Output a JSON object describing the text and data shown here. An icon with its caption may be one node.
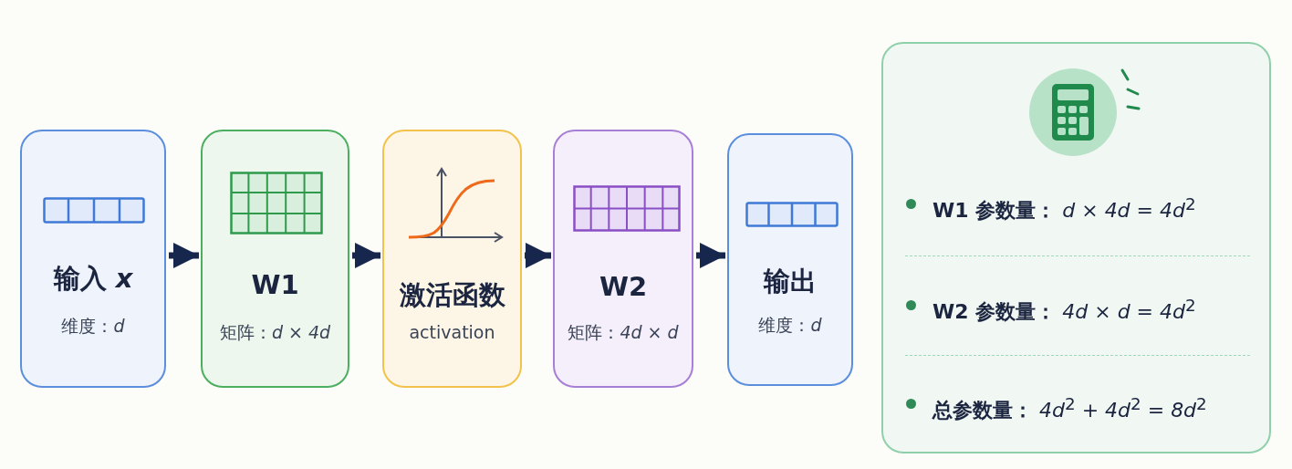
{
  "diagram": {
    "nodes": [
      {
        "text": [
          "输入 *x*",
          "维度：*d*"
        ]
      },
      {
        "text": [
          "W1",
          "矩阵：*d* × *4d*"
        ]
      },
      {
        "text": [
          "激活函数",
          "activation"
        ]
      },
      {
        "text": [
          "W2",
          "矩阵：*4d* × *d*"
        ]
      },
      {
        "text": [
          "输出",
          "维度：*d*"
        ]
      },
      {
        "text": [
          "**W1 参数量：** *d* × *4d* = *4d*$^{2}$",
          "**W2 参数量：** *4d* × *d* = *4d*$^{2}$",
          "**总参数量：** *4d*$^{2}$ + *4d*$^{2}$ = *8d*$^{2}$"
        ]
      }
    ],
    "edges": [
      {
        "from": 0,
        "to": 1,
        "arrow": "to"
      },
      {
        "from": 1,
        "to": 2,
        "arrow": "to"
      },
      {
        "from": 2,
        "to": 3,
        "arrow": "to"
      },
      {
        "from": 3,
        "to": 4,
        "arrow": "to"
      }
    ]
  }
}
